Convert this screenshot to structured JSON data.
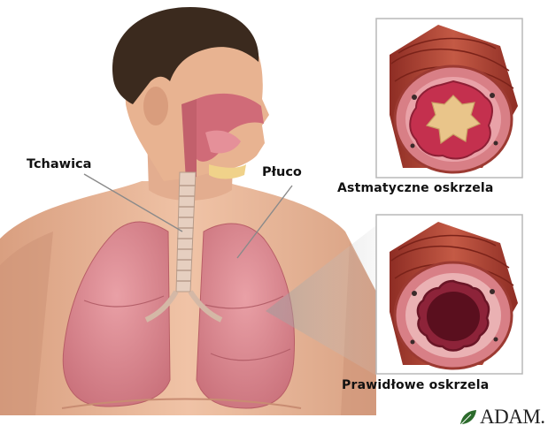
{
  "labels": {
    "trachea": "Tchawica",
    "lung": "Płuco",
    "asthmatic_bronchus": "Astmatyczne oskrzela",
    "normal_bronchus": "Prawidłowe oskrzela"
  },
  "brand": {
    "name": "ADAM.",
    "icon": "leaf-icon"
  },
  "colors": {
    "skin": "#e8b79a",
    "hair": "#3b2a1e",
    "lung": "#d9838a",
    "airway_wall": "#b5463a",
    "mucosa": "#d2637e",
    "mucus": "#e9c58a"
  }
}
